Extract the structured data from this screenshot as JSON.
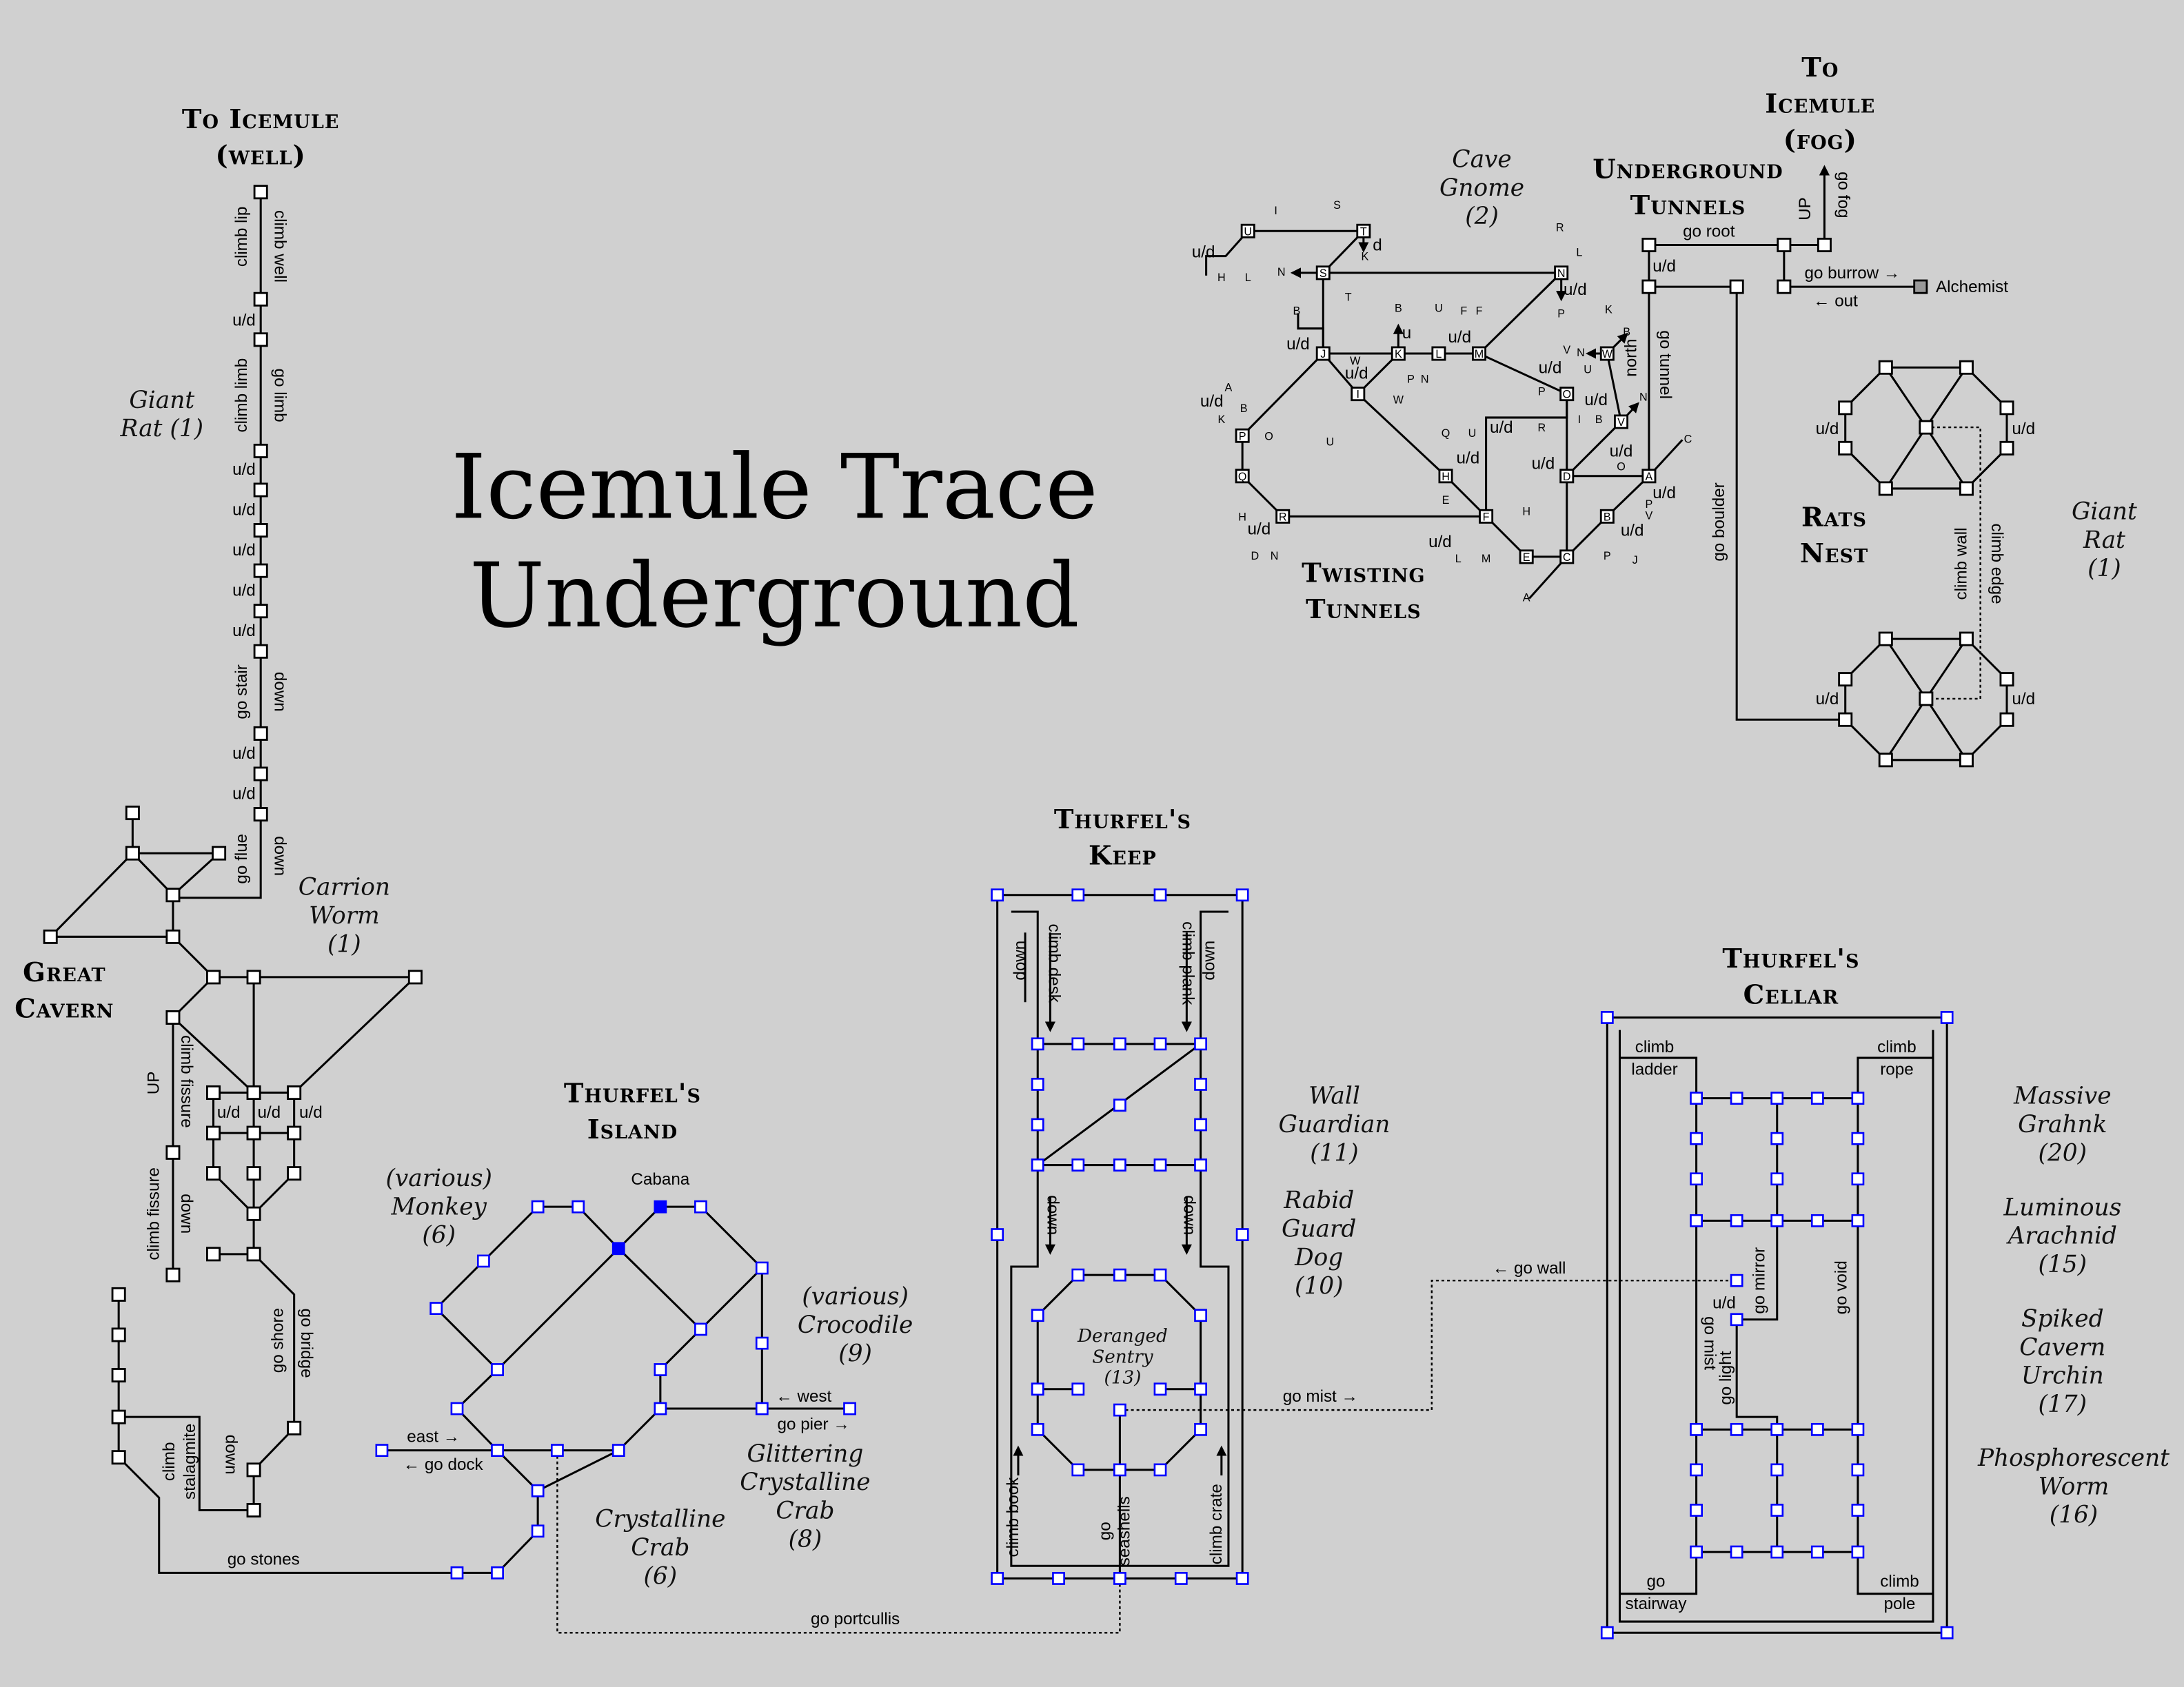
{
  "title": {
    "line1": "Icemule Trace",
    "line2": "Underground"
  },
  "areas": {
    "to_well": [
      "To Icemule",
      "(well)"
    ],
    "great_cavern": [
      "Great",
      "Cavern"
    ],
    "island": [
      "Thurfel's",
      "Island"
    ],
    "keep": [
      "Thurfel's",
      "Keep"
    ],
    "cellar": [
      "Thurfel's",
      "Cellar"
    ],
    "rats_nest": [
      "Rats",
      "Nest"
    ],
    "twisting": [
      "Twisting",
      "Tunnels"
    ],
    "underground": [
      "Underground",
      "Tunnels"
    ],
    "to_fog": [
      "To",
      "Icemule",
      "(fog)"
    ]
  },
  "creatures": {
    "giant_rat_left": [
      "Giant",
      "Rat (1)"
    ],
    "carrion_worm": [
      "Carrion",
      "Worm",
      "(1)"
    ],
    "monkey": [
      "(various)",
      "Monkey",
      "(6)"
    ],
    "crocodile": [
      "(various)",
      "Crocodile",
      "(9)"
    ],
    "glittering_crab": [
      "Glittering",
      "Crystalline",
      "Crab",
      "(8)"
    ],
    "crystalline_crab": [
      "Crystalline",
      "Crab",
      "(6)"
    ],
    "wall_guardian": [
      "Wall",
      "Guardian",
      "(11)"
    ],
    "rabid_dog": [
      "Rabid",
      "Guard",
      "Dog",
      "(10)"
    ],
    "sentry": [
      "Deranged",
      "Sentry",
      "(13)"
    ],
    "cave_gnome": [
      "Cave",
      "Gnome",
      "(2)"
    ],
    "giant_rat_right": [
      "Giant",
      "Rat",
      "(1)"
    ],
    "grahnk": [
      "Massive",
      "Grahnk",
      "(20)"
    ],
    "arachnid": [
      "Luminous",
      "Arachnid",
      "(15)"
    ],
    "urchin": [
      "Spiked",
      "Cavern",
      "Urchin",
      "(17)"
    ],
    "phosphorescent": [
      "Phosphorescent",
      "Worm",
      "(16)"
    ]
  },
  "paths": {
    "ud": "u/d",
    "climb_lip": "climb lip",
    "climb_well": "climb well",
    "climb_limb": "climb limb",
    "go_limb": "go limb",
    "go_stair": "go stair",
    "down": "down",
    "go_flue": "go flue",
    "up": "UP",
    "climb_fissure": "climb fissure",
    "go_shore": "go shore",
    "go_bridge": "go bridge",
    "climb": "climb",
    "stalagmite": "stalagmite",
    "go_stones": "go stones",
    "east": "east →",
    "go_dock": "← go dock",
    "west": "← west",
    "go_pier": "go pier →",
    "cabana": "Cabana",
    "go_portcullis": "go portcullis",
    "climb_desk": "climb desk",
    "climb_plank": "climb plank",
    "climb_book": "climb book",
    "go": "go",
    "seashells": "seashells",
    "climb_crate": "climb crate",
    "go_mist_right": "go mist →",
    "go_wall": "← go wall",
    "ladder": "ladder",
    "rope": "rope",
    "go_mirror": "go mirror",
    "go_void": "go void",
    "go_mist": "go mist",
    "go_light": "go light",
    "stairway": "stairway",
    "pole": "pole",
    "go_root": "go root",
    "go_tunnel": "go tunnel",
    "go_burrow": "go burrow →",
    "out": "← out",
    "alchemist": "Alchemist",
    "go_fog": "go fog",
    "go_boulder": "go boulder",
    "climb_wall": "climb wall",
    "climb_edge": "climb edge",
    "d": "d",
    "u": "u",
    "north": "north"
  },
  "letters": {
    "A": "A",
    "B": "B",
    "C": "C",
    "D": "D",
    "E": "E",
    "F": "F",
    "H": "H",
    "I": "I",
    "J": "J",
    "K": "K",
    "L": "L",
    "M": "M",
    "N": "N",
    "O": "O",
    "P": "P",
    "Q": "Q",
    "R": "R",
    "S": "S",
    "T": "T",
    "U": "U",
    "V": "V",
    "W": "W"
  },
  "colors": {
    "background": "#d0d0d0",
    "keep_nodes": "#0000ff",
    "lines": "#000000"
  }
}
